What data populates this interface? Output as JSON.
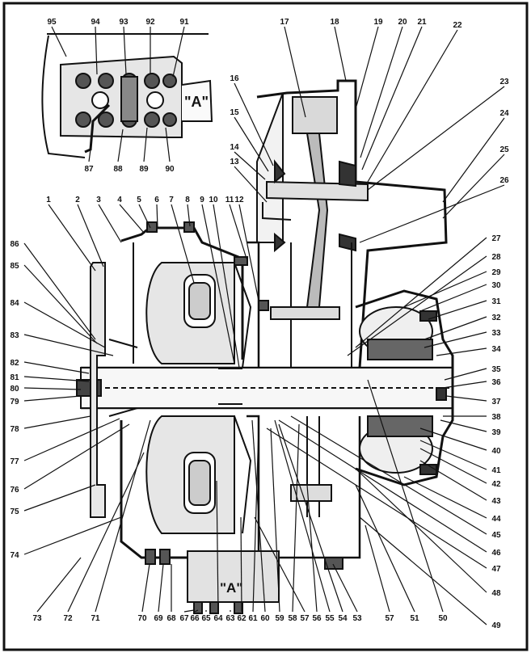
{
  "diagram": {
    "callout_a": "\"A\"",
    "inset": {
      "callout_a": "\"A\"",
      "labels": [
        "95",
        "94",
        "93",
        "92",
        "91",
        "87",
        "88",
        "89",
        "90"
      ]
    },
    "numbers": {
      "top_right": [
        "17",
        "18",
        "19",
        "20",
        "21",
        "22",
        "23",
        "24",
        "25",
        "26",
        "16",
        "15",
        "14",
        "13"
      ],
      "upper_row": [
        "1",
        "2",
        "3",
        "4",
        "5",
        "6",
        "7",
        "8",
        "9",
        "10",
        "11",
        "12"
      ],
      "left_column": [
        "86",
        "85",
        "84",
        "83",
        "82",
        "81",
        "80",
        "79",
        "78",
        "77",
        "76",
        "75",
        "74"
      ],
      "right_column": [
        "27",
        "28",
        "29",
        "30",
        "31",
        "32",
        "33",
        "34",
        "35",
        "36",
        "37",
        "38",
        "39",
        "40",
        "41",
        "42",
        "43",
        "44",
        "45",
        "46",
        "47",
        "48",
        "49"
      ],
      "bottom_row": [
        "73",
        "72",
        "71",
        "70",
        "69",
        "68",
        "67",
        "66",
        "65",
        "64",
        "63",
        "62",
        "61",
        "60",
        "59",
        "58",
        "57",
        "56",
        "55",
        "54",
        "53",
        "57",
        "51",
        "50"
      ]
    }
  }
}
